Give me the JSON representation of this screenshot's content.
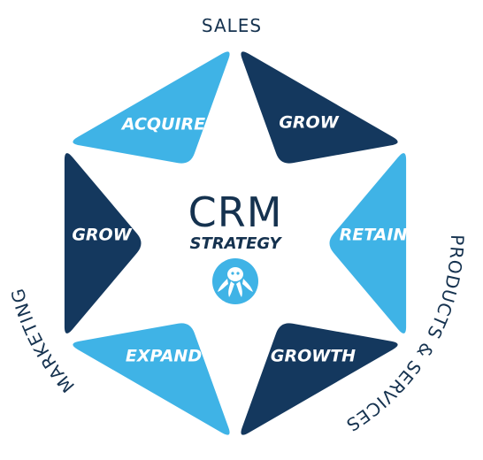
{
  "colors": {
    "light": "#3fb3e6",
    "dark": "#14385e",
    "text_dark": "#15324f",
    "center_bg": "#ffffff"
  },
  "ring_labels": {
    "top": "SALES",
    "right": "PRODUCTS & SERVICES",
    "left": "MARKETING"
  },
  "segments": [
    {
      "label": "ACQUIRE",
      "tone": "light"
    },
    {
      "label": "GROW",
      "tone": "dark"
    },
    {
      "label": "RETAIN",
      "tone": "light"
    },
    {
      "label": "GROWTH",
      "tone": "dark"
    },
    {
      "label": "EXPAND",
      "tone": "light"
    },
    {
      "label": "GROW",
      "tone": "dark"
    }
  ],
  "center": {
    "title": "CRM",
    "subtitle": "STRATEGY",
    "logo_icon": "octopus-icon"
  }
}
